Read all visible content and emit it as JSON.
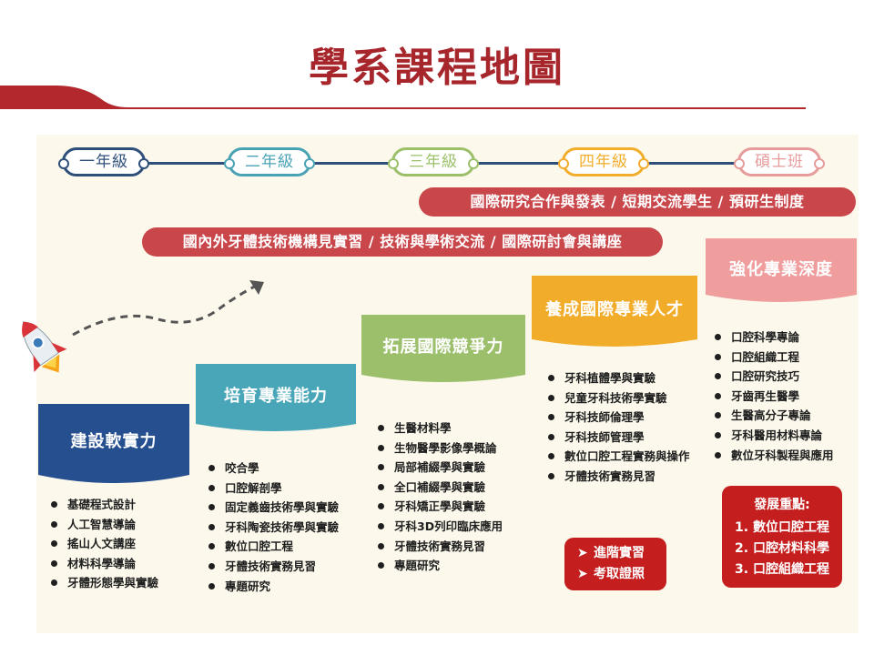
{
  "title": "學系課程地圖",
  "timeline": [
    {
      "label": "一年級",
      "color": "#2e4f7a"
    },
    {
      "label": "二年級",
      "color": "#4aa3b5"
    },
    {
      "label": "三年級",
      "color": "#9cc06a"
    },
    {
      "label": "四年級",
      "color": "#f1ad2b"
    },
    {
      "label": "碩士班",
      "color": "#e79b9b"
    }
  ],
  "banners": {
    "top": "國際研究合作與發表 / 短期交流學生 / 預研生制度",
    "second": "國內外牙體技術機構見實習 / 技術與學術交流 / 國際研討會與講座"
  },
  "columns": [
    {
      "heading": "建設軟實力",
      "head_color": "#254f8f",
      "body_color": "#a8b8ca",
      "items": [
        "基礎程式設計",
        "人工智慧導論",
        "搖山人文講座",
        "材料科學導論",
        "牙體形態學與實驗"
      ]
    },
    {
      "heading": "培育專業能力",
      "head_color": "#48a6b8",
      "body_color": "#dff0ea",
      "items": [
        "咬合學",
        "口腔解剖學",
        "固定義齒技術學與實驗",
        "牙科陶瓷技術學與實驗",
        "數位口腔工程",
        "牙體技術實務見習",
        "專題研究"
      ]
    },
    {
      "heading": "拓展國際競爭力",
      "head_color": "#9bbf6b",
      "body_color": "#e9efd5",
      "items": [
        "生醫材料學",
        "生物醫學影像學概論",
        "局部補綴學與實驗",
        "全口補綴學與實驗",
        "牙科矯正學與實驗",
        "牙科3D列印臨床應用",
        "牙體技術實務見習",
        "專題研究"
      ]
    },
    {
      "heading": "養成國際專業人才",
      "head_color": "#f1ac2a",
      "body_color": "#fde5b3",
      "items": [
        "牙科植體學與實驗",
        "兒童牙科技術學實驗",
        "牙科技師倫理學",
        "牙科技師管理學",
        "數位口腔工程實務與操作",
        "牙體技術實務見習"
      ],
      "extra_box": [
        "進階實習",
        "考取證照"
      ]
    },
    {
      "heading": "強化專業深度",
      "head_color": "#ef9d9d",
      "body_color": "#fce4dc",
      "items": [
        "口腔科學專論",
        "口腔組織工程",
        "口腔研究技巧",
        "牙齒再生醫學",
        "生醫高分子專論",
        "牙科醫用材料專論",
        "數位牙科製程與應用"
      ],
      "focus_box": {
        "title": "發展重點:",
        "items": [
          "1. 數位口腔工程",
          "2. 口腔材料科學",
          "3. 口腔組織工程"
        ]
      }
    }
  ],
  "icons": {
    "rocket": "rocket-icon",
    "chevron": "chevron-right-icon"
  }
}
